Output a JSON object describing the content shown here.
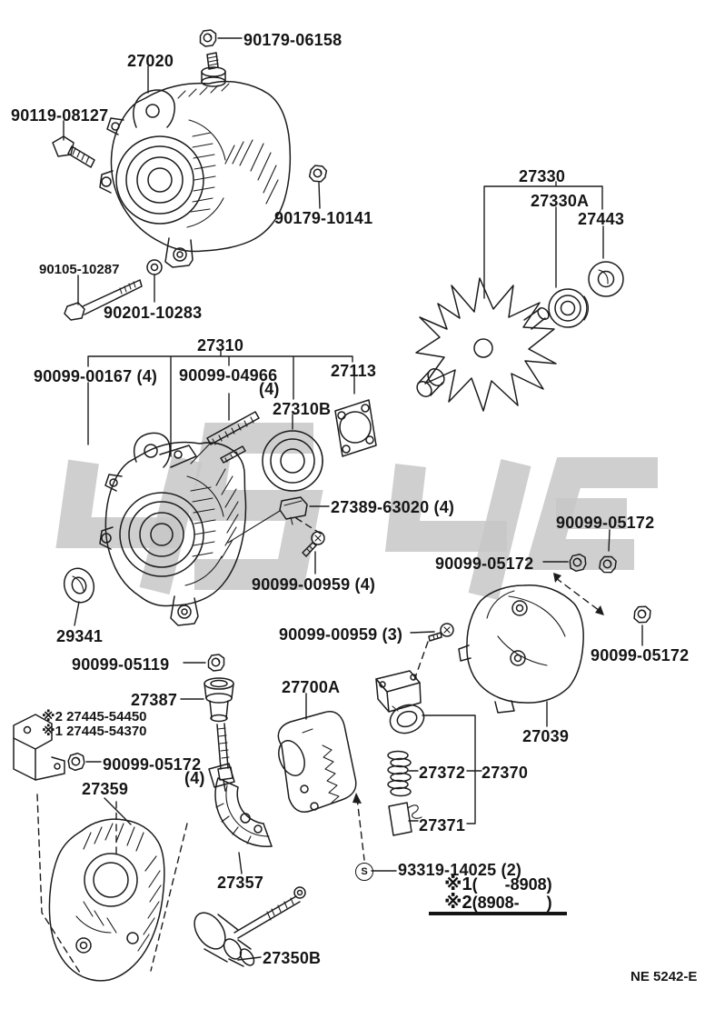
{
  "page": {
    "sheet_code": "NE 5242-E",
    "background": "#ffffff",
    "ink_color": "#1c1c1c",
    "watermark_color": "#c7c7c7"
  },
  "symbols": {
    "screw_standard": "S"
  },
  "labels": {
    "nut_90179_06158": "90179-06158",
    "alternator_assy_27020": "27020",
    "bolt_90119_08127": "90119-08127",
    "nut_90179_10141": "90179-10141",
    "bolt_90105_10287": "90105-10287",
    "washer_90201_10283": "90201-10283",
    "housing_27310": "27310",
    "bolt_90099_00167": "90099-00167 (4)",
    "stud_90099_04966": "90099-04966",
    "stud_90099_04966_qty": "(4)",
    "plate_27113": "27113",
    "bearing_27310b": "27310B",
    "rotor_27330": "27330",
    "bearing_27330a": "27330A",
    "washer_27443": "27443",
    "insulator_27389": "27389-63020 (4)",
    "nut_90099_05172_a": "90099-05172",
    "nut_90099_05172_b": "90099-05172",
    "screw_90099_00959_4": "90099-00959 (4)",
    "washer_29341": "29341",
    "screw_90099_00959_3": "90099-00959 (3)",
    "nut_90099_05172_c": "90099-05172",
    "nut_90099_05119": "90099-05119",
    "cap_27387": "27387",
    "cover_27700a": "27700A",
    "bracket_27445_line2": "※2 27445-54450",
    "bracket_27445_line1": "※1 27445-54370",
    "nut_90099_05172_d": "90099-05172",
    "nut_90099_05172_d_qty": "(4)",
    "cover_27359": "27359",
    "cover_27039": "27039",
    "spring_27372": "27372",
    "holder_27370": "27370",
    "brush_27371": "27371",
    "screw_93319_14025": "93319-14025 (2)",
    "holder_27357": "27357",
    "bolt_27350b": "27350B"
  },
  "footnotes": {
    "line1_mark": "※1",
    "line1_range": "(      -8908)",
    "line2_mark": "※2",
    "line2_range": "(8908-      )"
  }
}
